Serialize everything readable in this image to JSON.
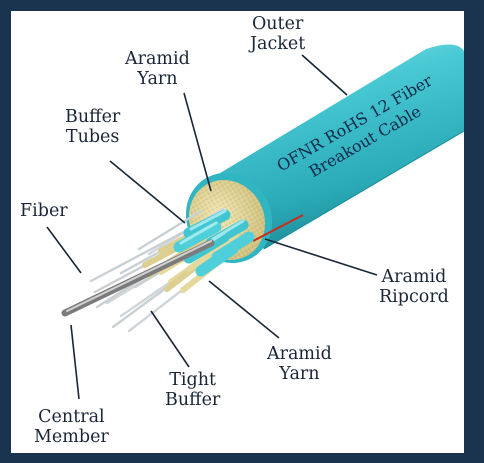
{
  "diagram": {
    "cable_name_line1": "OFNR RoHS 12 Fiber",
    "cable_name_line2": "Breakout Cable",
    "labels": {
      "outer_jacket": [
        "Outer",
        "Jacket"
      ],
      "aramid_yarn_top": [
        "Aramid",
        "Yarn"
      ],
      "buffer_tubes": [
        "Buffer",
        "Tubes"
      ],
      "fiber": [
        "Fiber"
      ],
      "aramid_ripcord": [
        "Aramid",
        "Ripcord"
      ],
      "aramid_yarn_bottom": [
        "Aramid",
        "Yarn"
      ],
      "tight_buffer": [
        "Tight",
        "Buffer"
      ],
      "central_member": [
        "Central",
        "Member"
      ]
    },
    "colors": {
      "frame": "#1a3450",
      "jacket": "#40c4d0",
      "aramid": "#e3d69a",
      "buffer_tube": "#5ad2dc",
      "ripcord": "#cc2a1a",
      "leader": "#1a2638"
    }
  }
}
